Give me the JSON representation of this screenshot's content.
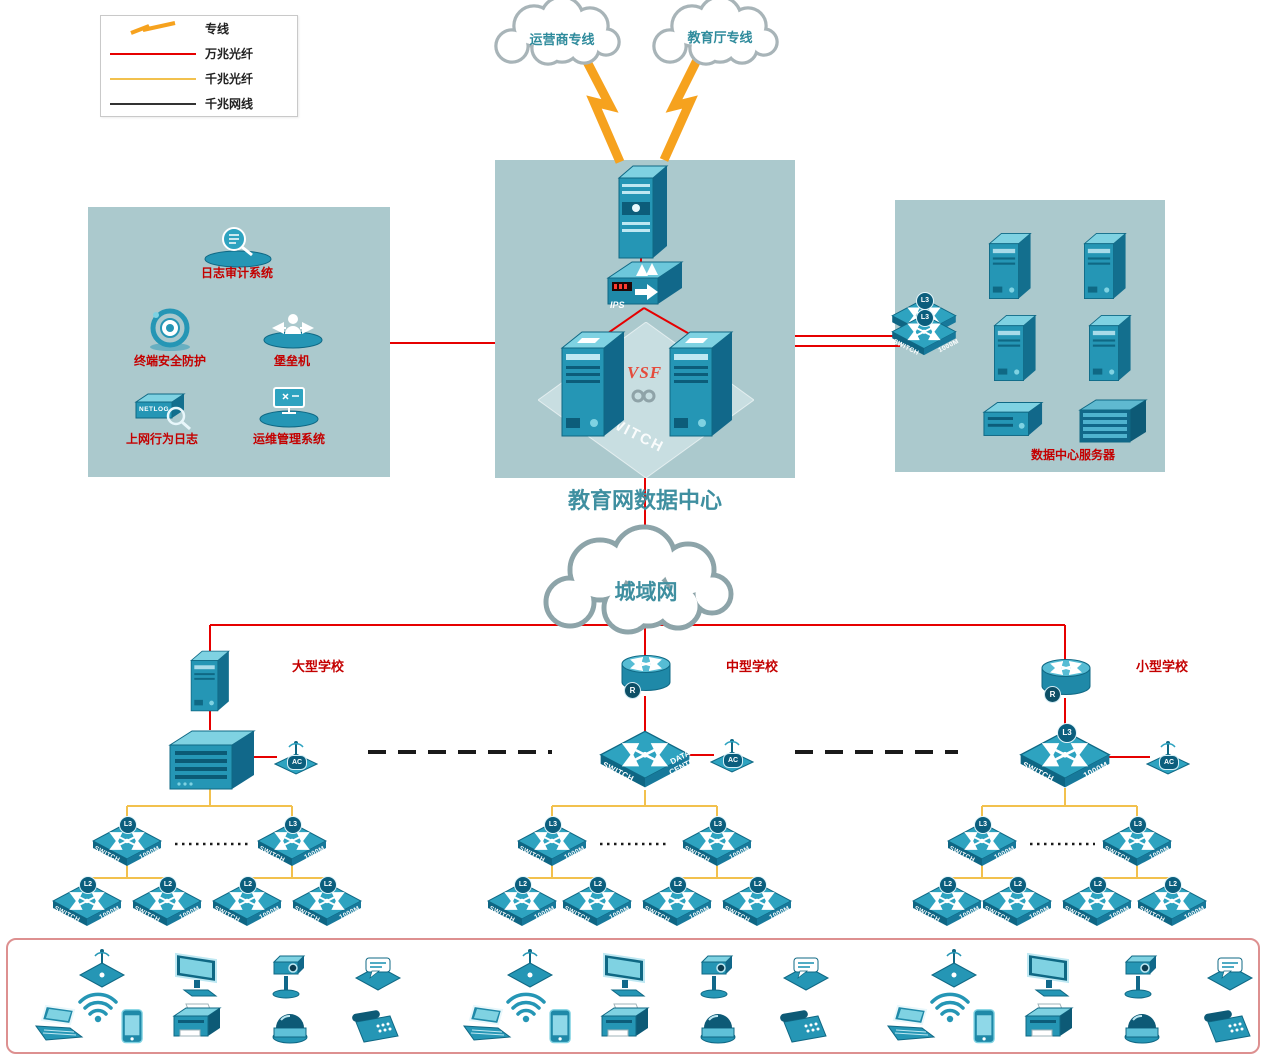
{
  "legend": {
    "items": [
      {
        "label": "专线"
      },
      {
        "label": "万兆光纤",
        "color": "#e60000"
      },
      {
        "label": "千兆光纤",
        "color": "#f2c14e"
      },
      {
        "label": "千兆网线",
        "color": "#333333"
      }
    ]
  },
  "clouds": {
    "carrier": "运营商专线",
    "education": "教育厅专线",
    "man": "城域网"
  },
  "datacenter": {
    "title": "教育网数据中心",
    "vsf": "VSF",
    "ips": "IPS",
    "ghost": "SWITCH"
  },
  "security_zone": {
    "audit": "日志审计系统",
    "terminal": "终端安全防护",
    "bastion": "堡垒机",
    "netlog_label": "NETLOG",
    "netlog": "上网行为日志",
    "ops": "运维管理系统"
  },
  "server_zone": {
    "label": "数据中心服务器"
  },
  "schools": {
    "large": "大型学校",
    "medium": "中型学校",
    "small": "小型学校"
  },
  "labels": {
    "switch": "SWITCH",
    "m1000": "1000M",
    "l3": "L3",
    "l2": "L2",
    "ac": "AC",
    "r": "R",
    "data": "DATA",
    "center": "CENTER"
  },
  "colors": {
    "zone_bg": "#abc9cd",
    "device_teal": "#2596b5",
    "line_10g": "#e60000",
    "line_1g_fiber": "#f2c14e",
    "line_1g_copper": "#333333",
    "bolt": "#f6a21e",
    "red_text": "#c40000",
    "teal_text": "#3f8fa0"
  }
}
